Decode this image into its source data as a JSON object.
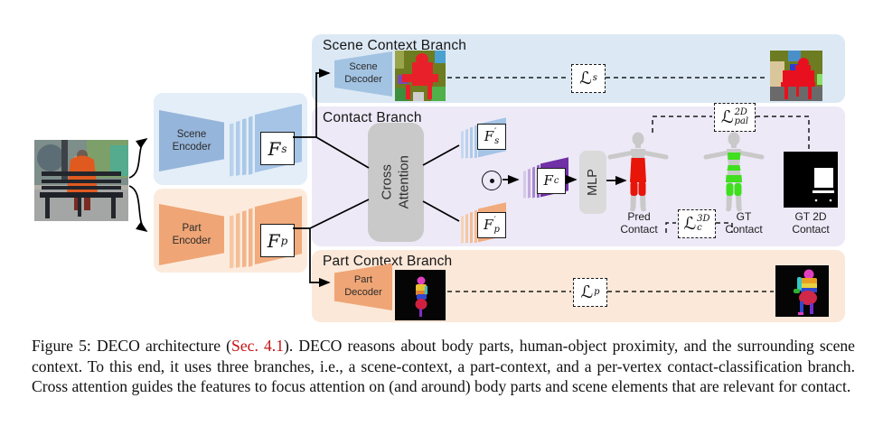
{
  "branches": {
    "scene": {
      "title": "Scene Context Branch"
    },
    "contact": {
      "title": "Contact Branch"
    },
    "part": {
      "title": "Part Context Branch"
    }
  },
  "labels": {
    "scene_encoder": "Scene\nEncoder",
    "part_encoder": "Part\nEncoder",
    "scene_decoder": "Scene\nDecoder",
    "part_decoder": "Part\nDecoder",
    "cross_attention": "Cross Attention",
    "mlp": "MLP"
  },
  "features": {
    "fs": {
      "base": "F",
      "sup": "",
      "sub": "s"
    },
    "fp": {
      "base": "F",
      "sup": "",
      "sub": "p"
    },
    "fs_prime": {
      "base": "F",
      "sup": "′",
      "sub": "s"
    },
    "fp_prime": {
      "base": "F",
      "sup": "′",
      "sub": "p"
    },
    "fc": {
      "base": "F",
      "sup": "",
      "sub": "c"
    }
  },
  "losses": {
    "ls": {
      "base": "ℒ",
      "sup": "",
      "sub": "s"
    },
    "lp": {
      "base": "ℒ",
      "sup": "",
      "sub": "p"
    },
    "lc": {
      "base": "ℒ",
      "sup": "3D",
      "sub": "c"
    },
    "lpal": {
      "base": "ℒ",
      "sup": "2D",
      "sub": "pal"
    }
  },
  "operators": {
    "dot_product": "elementwise-product"
  },
  "outputs": {
    "pred_contact": "Pred\nContact",
    "gt_contact": "GT\nContact",
    "gt_2d_contact": "GT 2D\nContact"
  },
  "icons": {
    "input_photo": "person-sitting-on-bench-photo",
    "pred_scene_seg": "predicted-scene-segmentation",
    "gt_scene_seg": "ground-truth-scene-segmentation",
    "pred_part_seg": "predicted-part-segmentation",
    "gt_part_seg": "ground-truth-part-segmentation",
    "gt_2d_contact_mask": "ground-truth-2d-contact-mask"
  },
  "colors": {
    "scene_branch_bg": "#dce9f5",
    "contact_branch_bg": "#ede9f7",
    "part_branch_bg": "#fbe8d9",
    "scene_block_bg": "#e3eef8",
    "part_block_bg": "#fcebdd",
    "scene_shape": "#96b5da",
    "scene_sheet": "#a5c4e6",
    "part_shape": "#efa575",
    "part_sheet": "#f1ab7c",
    "contact_sheet": "#7130a6",
    "gray_box": "#c9c9c9",
    "pred_contact_red": "#e81509",
    "gt_contact_green": "#3fdf1e",
    "caption_link_red": "#c41414"
  },
  "caption": {
    "before_link": "Figure 5: DECO architecture (",
    "link": "Sec. 4.1",
    "after_link": "). DECO reasons about body parts, human-object proximity, and the surrounding scene context. To this end, it uses three branches, i.e., a scene-context, a part-context, and a per-vertex contact-classification branch. Cross attention guides the features to focus attention on (and around) body parts and scene elements that are relevant for contact."
  }
}
